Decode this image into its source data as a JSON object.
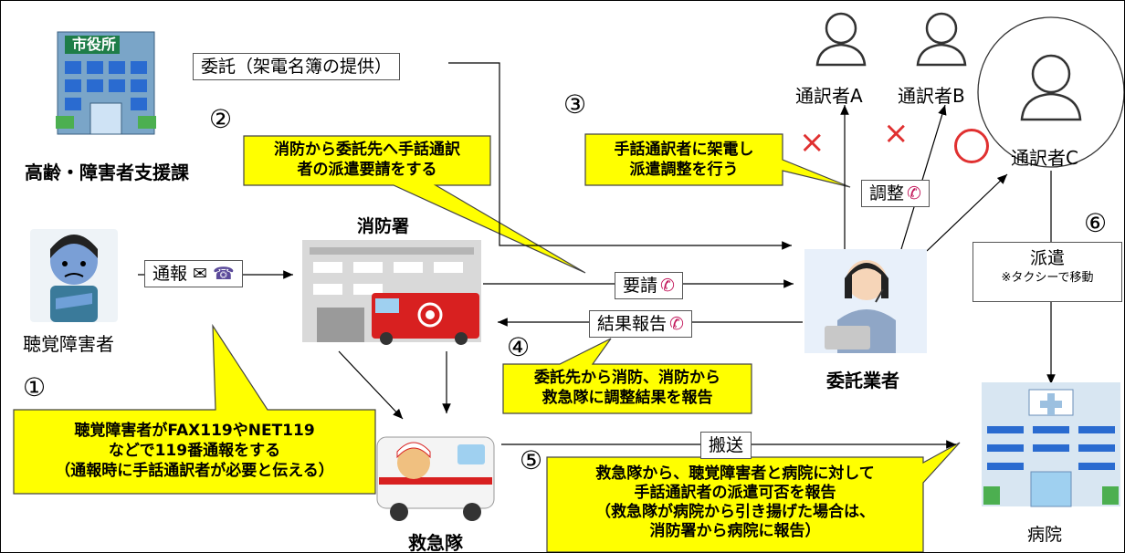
{
  "nodes": {
    "city_hall_sign": "市役所",
    "city_dept": "高齢・障害者支援課",
    "deaf_person": "聴覚障害者",
    "fire_station": "消防署",
    "ambulance": "救急隊",
    "contractor": "委託業者",
    "hospital": "病院",
    "interpreter_a": "通訳者A",
    "interpreter_b": "通訳者B",
    "interpreter_c": "通訳者C"
  },
  "edge_labels": {
    "consign": "委託（架電名簿の提供）",
    "report_call": "通報",
    "request": "要請",
    "result_report": "結果報告",
    "coordinate": "調整",
    "transport": "搬送",
    "dispatch": "派遣",
    "dispatch_note": "※タクシーで移動"
  },
  "steps": [
    "①",
    "②",
    "③",
    "④",
    "⑤",
    "⑥"
  ],
  "callouts": {
    "c1": "聴覚障害者がFAX119やNET119\nなどで119番通報をする\n（通報時に手話通訳者が必要と伝える）",
    "c2": "消防から委託先へ手話通訳\n者の派遣要請をする",
    "c3": "手話通訳者に架電し\n派遣調整を行う",
    "c4": "委託先から消防、消防から\n救急隊に調整結果を報告",
    "c5": "救急隊から、聴覚障害者と病院に対して\n手話通訳者の派遣可否を報告\n（救急隊が病院から引き揚げた場合は、\n消防署から病院に報告）"
  },
  "marks": {
    "a": "×",
    "b": "×"
  },
  "icons": {
    "mail": "mail-icon",
    "fax": "fax-icon",
    "phone": "phone-icon",
    "person": "person-outline-icon"
  },
  "colors": {
    "callout": "#ffff00",
    "mark": "#e03030",
    "phone": "#c2185b",
    "outline": "#555555"
  }
}
